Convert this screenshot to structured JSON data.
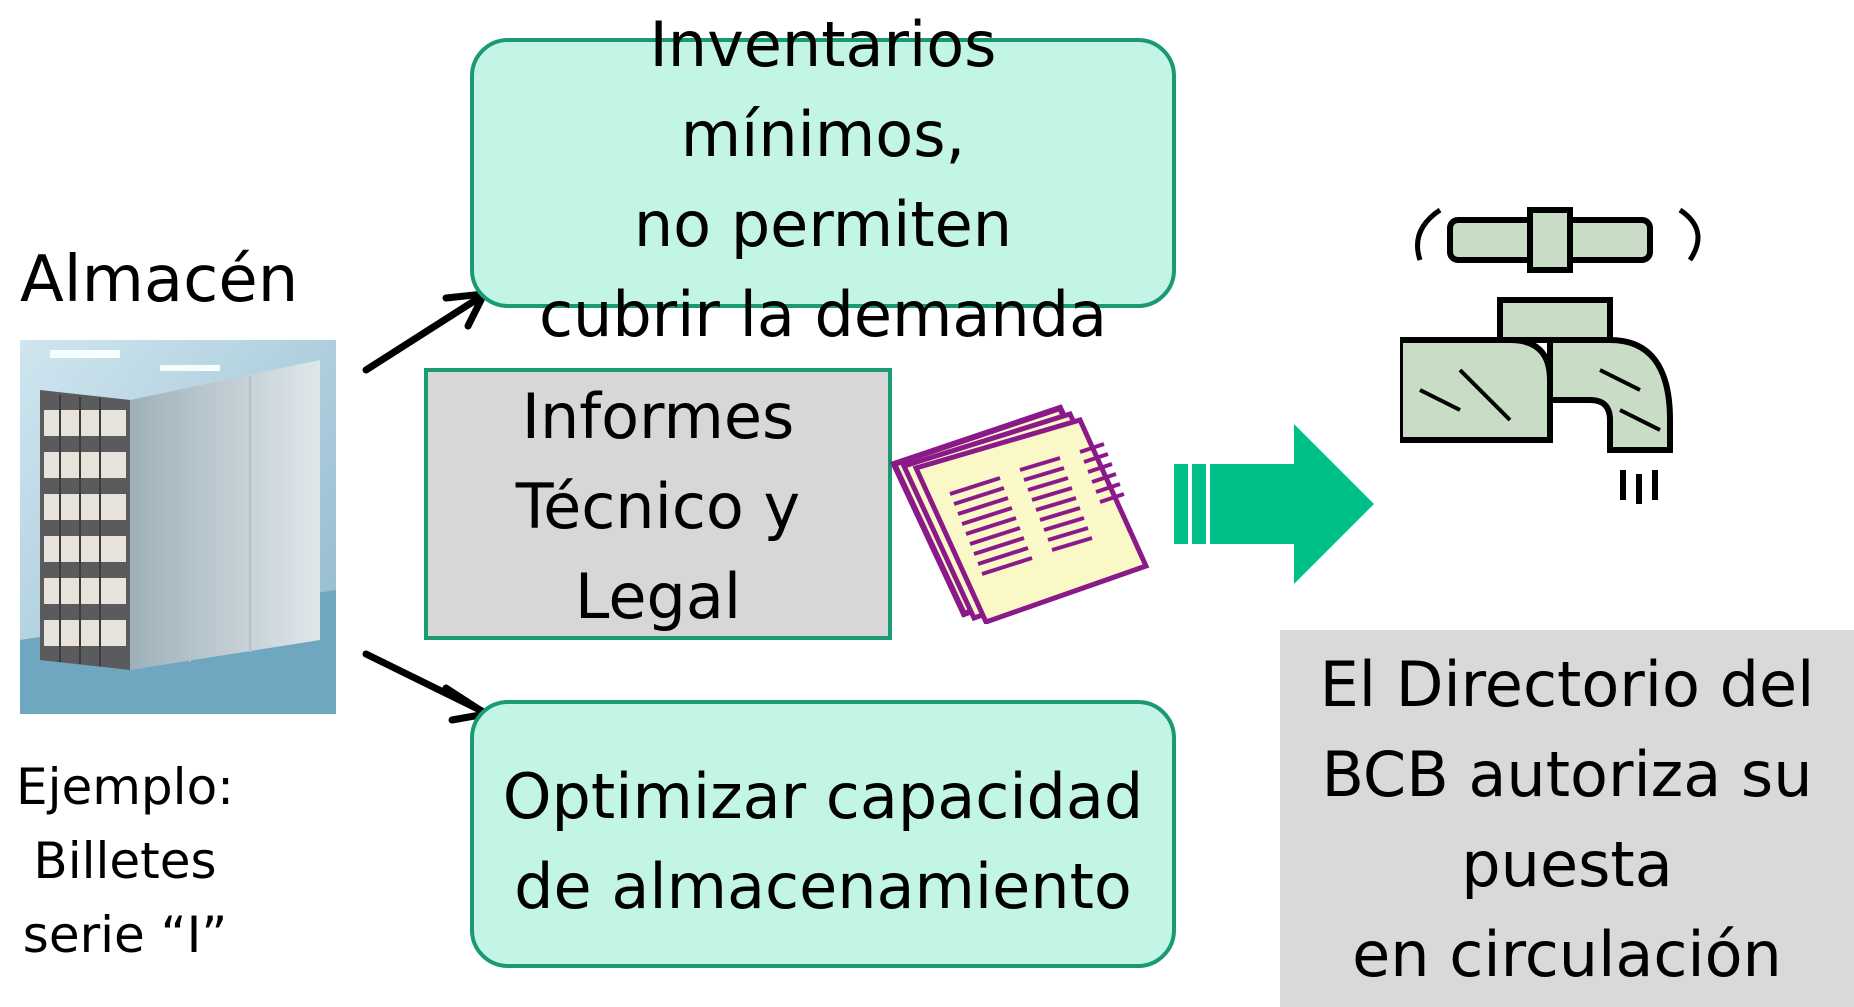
{
  "warehouse": {
    "title": "Almacén",
    "example_lines": [
      "Ejemplo:",
      "Billetes",
      "serie “I”"
    ]
  },
  "box_inventory": {
    "lines": [
      "Inventarios",
      "mínimos,",
      "no permiten",
      "cubrir la demanda"
    ]
  },
  "box_reports": {
    "lines": [
      "Informes",
      "Técnico y",
      "Legal"
    ]
  },
  "box_optimize": {
    "lines": [
      "Optimizar capacidad",
      "de almacenamiento"
    ]
  },
  "box_directorio": {
    "lines": [
      "El Directorio del",
      "BCB autoriza su",
      "puesta",
      "en circulación"
    ]
  },
  "colors": {
    "teal_fill": "#c3f5e6",
    "teal_border": "#1a9a74",
    "gray_box": "#d7d7d7",
    "big_arrow": "#00c08a",
    "newspaper": "#8a1a8a"
  },
  "icons": [
    "warehouse-shelves-image",
    "newspaper-icon",
    "faucet-icon"
  ]
}
